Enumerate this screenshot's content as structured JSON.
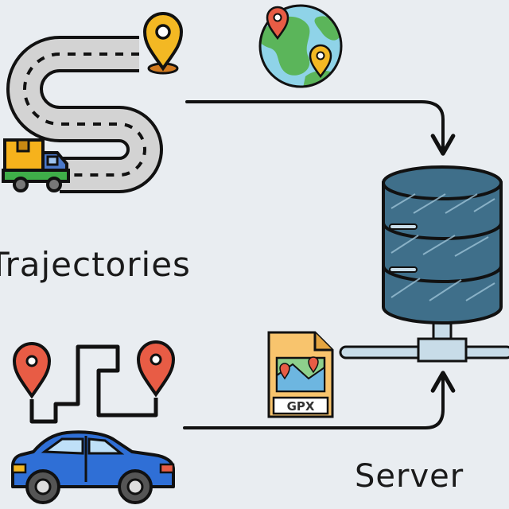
{
  "labels": {
    "trajectories": "Trajectories",
    "server": "Server",
    "gpx": "GPX"
  },
  "icons": [
    "winding-road-icon",
    "map-pin-icon",
    "delivery-truck-icon",
    "globe-icon",
    "database-server-icon",
    "gpx-file-icon",
    "route-path-icon",
    "car-icon"
  ],
  "colors": {
    "background": "#e9edf1",
    "road": "#d3d3d3",
    "outline": "#111111",
    "server_body": "#3f6f8a",
    "pin_red": "#e85c45",
    "pin_yellow": "#f3b823",
    "car_blue": "#2f6fd6",
    "truck_yellow": "#f6b21c",
    "truck_green": "#3fae49",
    "file_orange": "#f8c46d"
  }
}
